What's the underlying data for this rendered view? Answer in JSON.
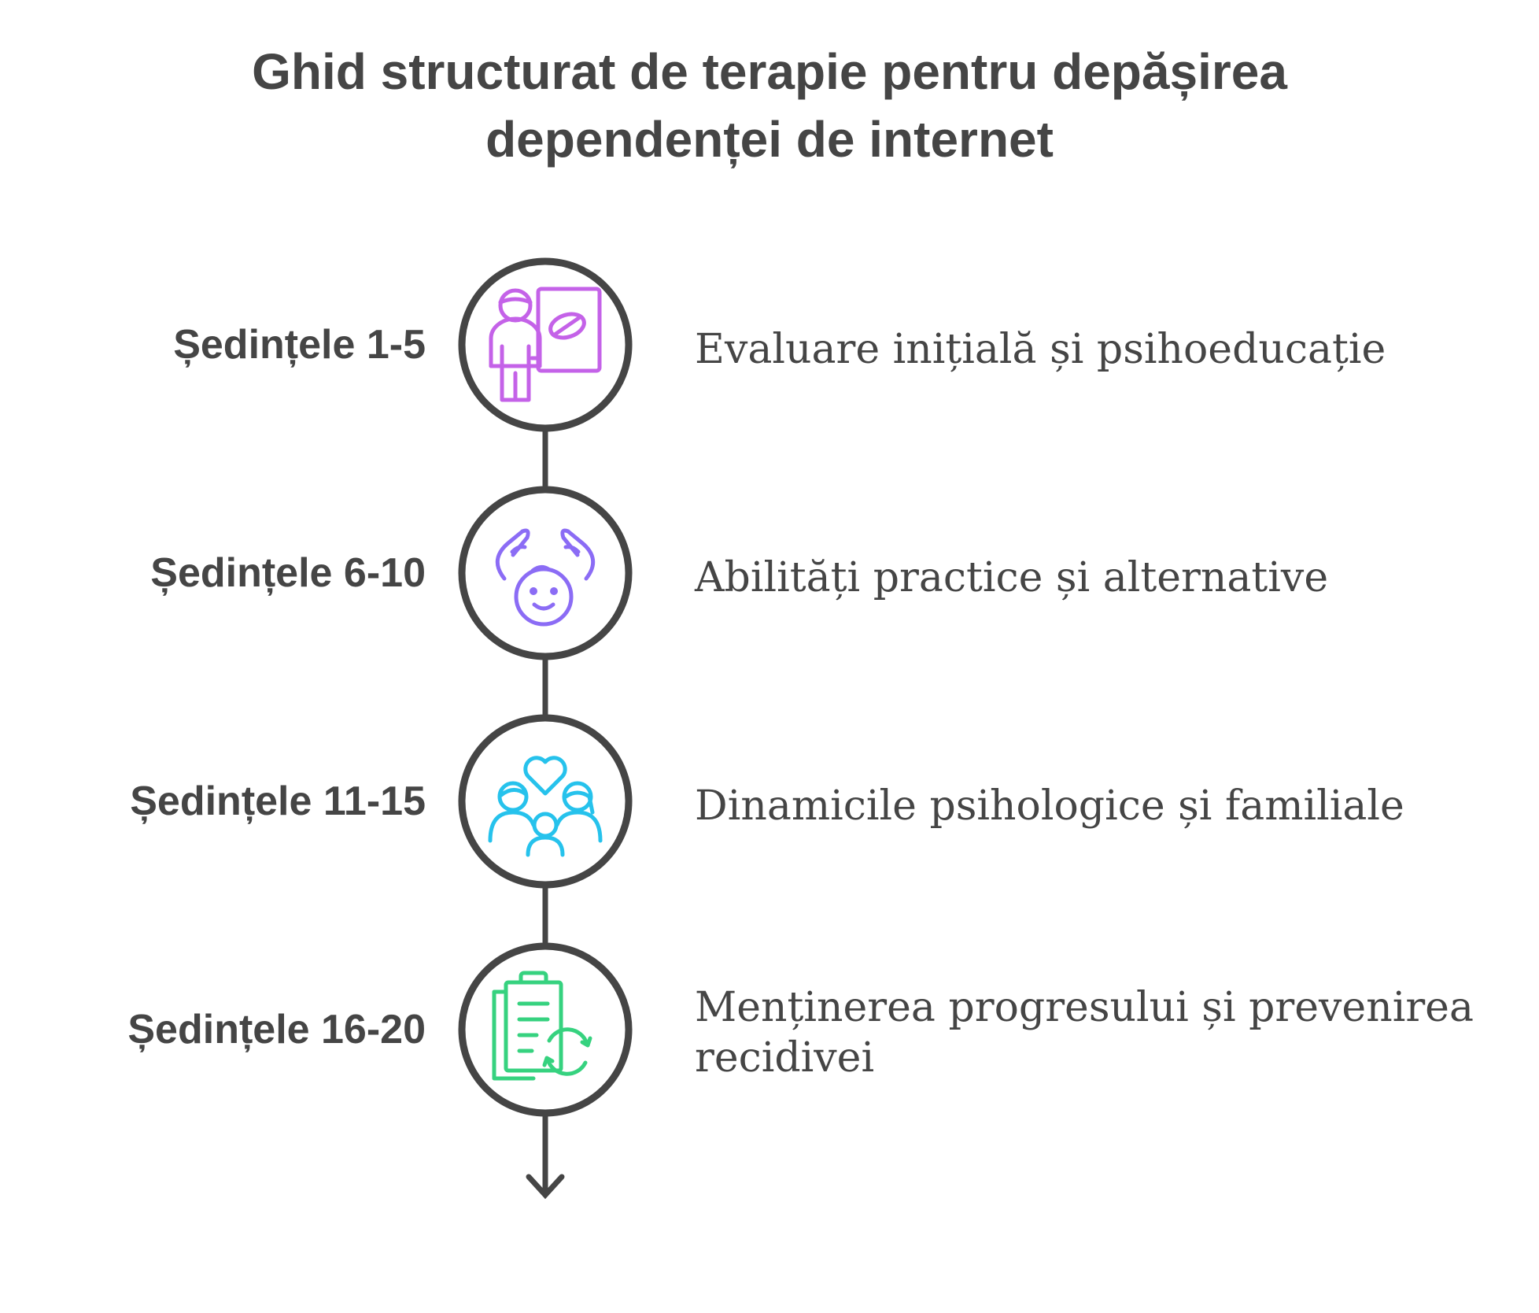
{
  "title": {
    "line1": "Ghid structurat de terapie pentru depășirea",
    "line2": "dependenței de internet"
  },
  "colors": {
    "text": "#454545",
    "step1": "#c462e8",
    "step2": "#8b6cf5",
    "step3": "#26c2ec",
    "step4": "#36d27f"
  },
  "steps": [
    {
      "label": "Ședințele 1-5",
      "description": "Evaluare inițială și psihoeducație",
      "icon": "presentation-teacher-icon"
    },
    {
      "label": "Ședințele 6-10",
      "description": "Abilități practice și alternative",
      "icon": "hands-care-child-icon"
    },
    {
      "label": "Ședințele 11-15",
      "description": "Dinamicile psihologice și familiale",
      "icon": "family-heart-icon"
    },
    {
      "label": "Ședințele 16-20",
      "description": "Menținerea progresului și prevenirea recidivei",
      "icon": "clipboard-cycle-icon"
    }
  ]
}
